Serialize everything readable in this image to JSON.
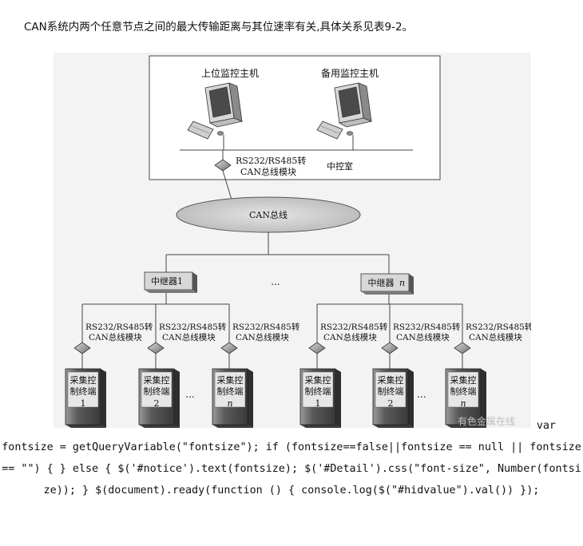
{
  "intro_text": "CAN系统内两个任意节点之间的最大传输距离与其位速率有关,具体关系见表9-2。",
  "diagram": {
    "control_room": {
      "host_upper": "上位监控主机",
      "host_backup": "备用监控主机",
      "converter_line1": "RS232/RS485转",
      "converter_line2": "CAN总线模块",
      "room_label": "中控室"
    },
    "bus_label": "CAN总线",
    "ellipsis": "...",
    "repeater_1": "中继器1",
    "repeater_n": "中继器",
    "repeater_n_italic": "n",
    "module_line1": "RS232/RS485转",
    "module_line2": "CAN总线模块",
    "terminal_line1": "采集控",
    "terminal_line2": "制终端",
    "terminal_ids": [
      "1",
      "2",
      "n",
      "1",
      "2",
      "n"
    ],
    "watermark": "有色金属在线"
  },
  "code_text_lead": "var",
  "code_text": "fontsize = getQueryVariable(\"fontsize\"); if (fontsize==false||fontsize == null || fontsize == \"\") { } else { $('#notice').text(fontsize); $('#Detail').css(\"font-size\", Number(fontsize)); } $(document).ready(function () { console.log($(\"#hidvalue\").val()) });"
}
